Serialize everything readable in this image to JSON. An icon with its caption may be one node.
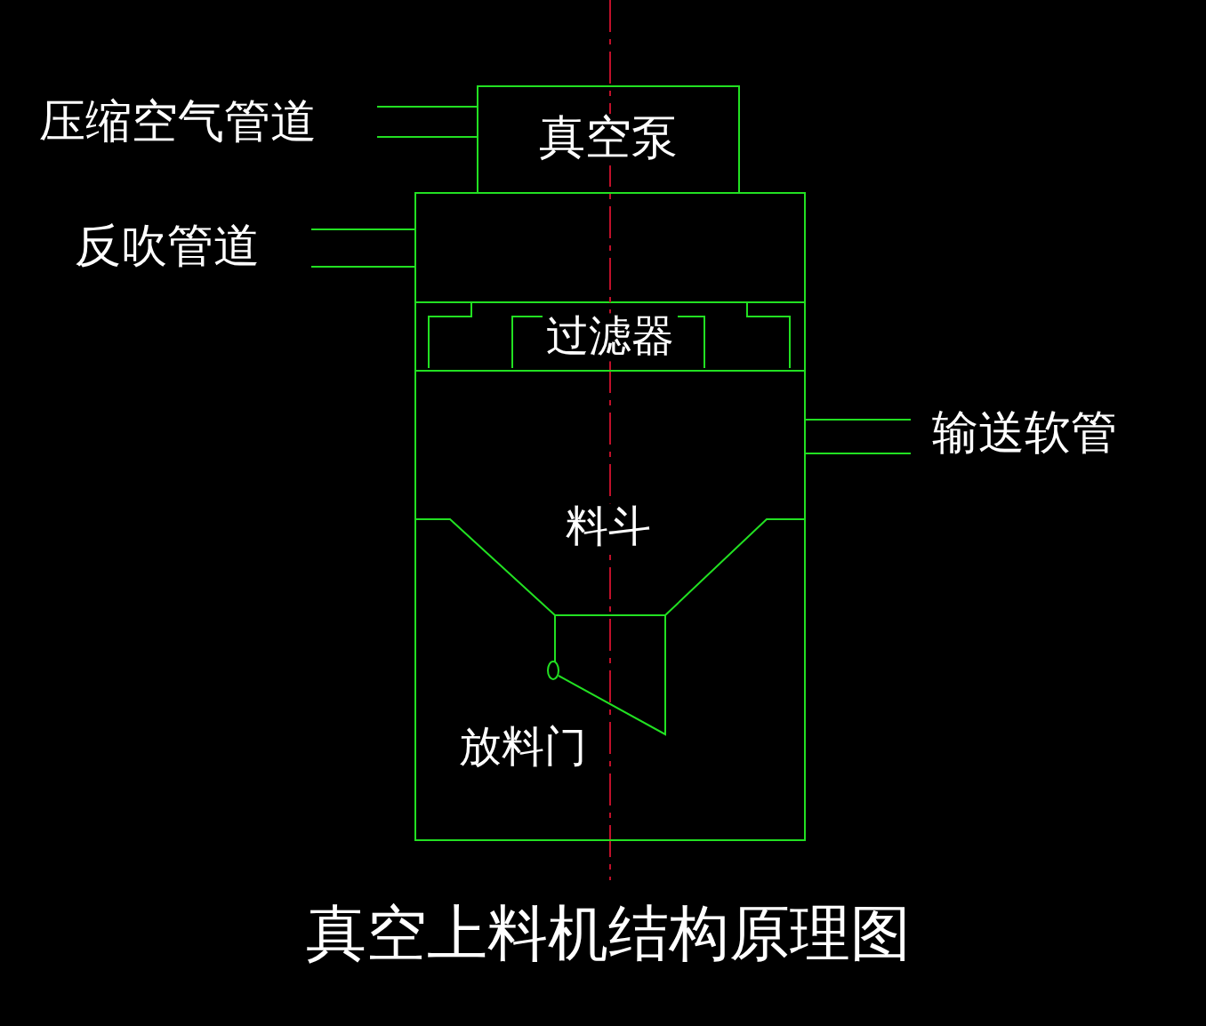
{
  "diagram": {
    "title": "真空上料机结构原理图",
    "nodes": [
      {
        "text": [
          "真空泵"
        ]
      },
      {
        "text": [],
        "shape": "box"
      },
      {
        "text": [
          "过滤器"
        ],
        "in": 1
      }
    ],
    "edges": [],
    "labels": [
      "压缩空气管道",
      "反吹管道",
      "输送软管",
      "料斗",
      "放料门"
    ]
  }
}
